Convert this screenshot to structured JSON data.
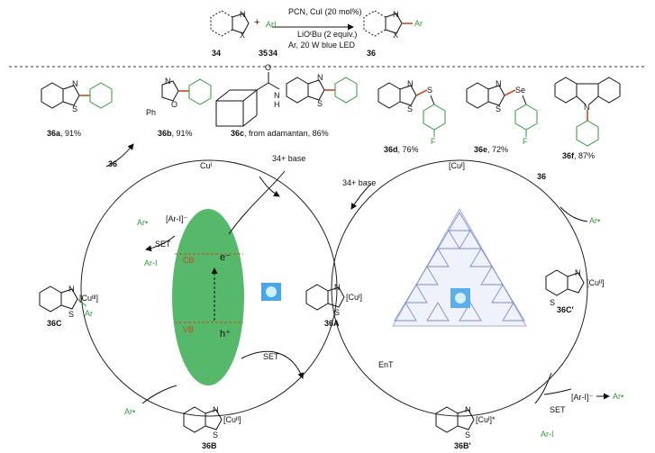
{
  "colors": {
    "accent_green": "#2e9a3a",
    "orange": "#c84b1e",
    "ellipse_green": "#55b86a",
    "cn_blue": "#6f7fc8"
  },
  "scheme": {
    "reactant_1": "34",
    "reactant_2": "35",
    "reactant_2_label": "ArI",
    "plus": "+",
    "x_label": "X",
    "n_label": "N",
    "ar_label": "Ar",
    "product": "36",
    "conditions": [
      "PCN, CuI (20 mol%)",
      "LiOᵗBu (2 equiv.)",
      "Ar, 20 W blue LED"
    ]
  },
  "products": [
    {
      "id": "36a",
      "yield": ", 91%"
    },
    {
      "id": "36b",
      "yield": ", 91%",
      "substituent": "Ph"
    },
    {
      "id": "36c",
      "yield": ", from adamantan, 86%"
    },
    {
      "id": "36d",
      "yield": ", 76%",
      "hetero": "S",
      "halogen": "F"
    },
    {
      "id": "36e",
      "yield": ", 72%",
      "hetero": "Se",
      "halogen": "F"
    },
    {
      "id": "36f",
      "yield": ", 87%"
    }
  ],
  "atom_labels": {
    "n": "N",
    "s": "S",
    "o": "O",
    "h_n": "H",
    "o_carbonyl": "O"
  },
  "left_cycle": {
    "product_out": "36",
    "cu_top": "Cuᴵ",
    "input_top": "34+ base",
    "ar_radical": "Ar•",
    "ar_i_complex": "[Ar-I]⁻",
    "set_label": "SET",
    "ar_i_label": "Ar-I",
    "cb": "CB",
    "vb": "VB",
    "electron": "e⁻",
    "hole": "h⁺",
    "set_bottom": "SET",
    "int_a": "36A",
    "int_a_cu": "[Cuᴵ]",
    "int_b": "36B",
    "int_b_cu": "[Cuᴵᴵ]",
    "int_c": "36C",
    "int_c_cu": "[Cuᴵᴵᴵ]",
    "int_c_ar": "Ar",
    "ar_bottom": "Ar•"
  },
  "right_cycle": {
    "input_top": "34+ base",
    "cu_top": "[Cuᴵ]",
    "product_out": "36",
    "ar_radical": "Ar•",
    "int_c2": "36C'",
    "int_c2_cu": "[Cuᴵᴵ]",
    "ar_i_complex": "[Ar-I]⁻",
    "ar_product": "Ar•",
    "set_label": "SET",
    "ar_i_label": "Ar-I",
    "ent_label": "EnT",
    "int_b2": "36B'",
    "int_b2_cu": "[Cuᴵ]*"
  }
}
